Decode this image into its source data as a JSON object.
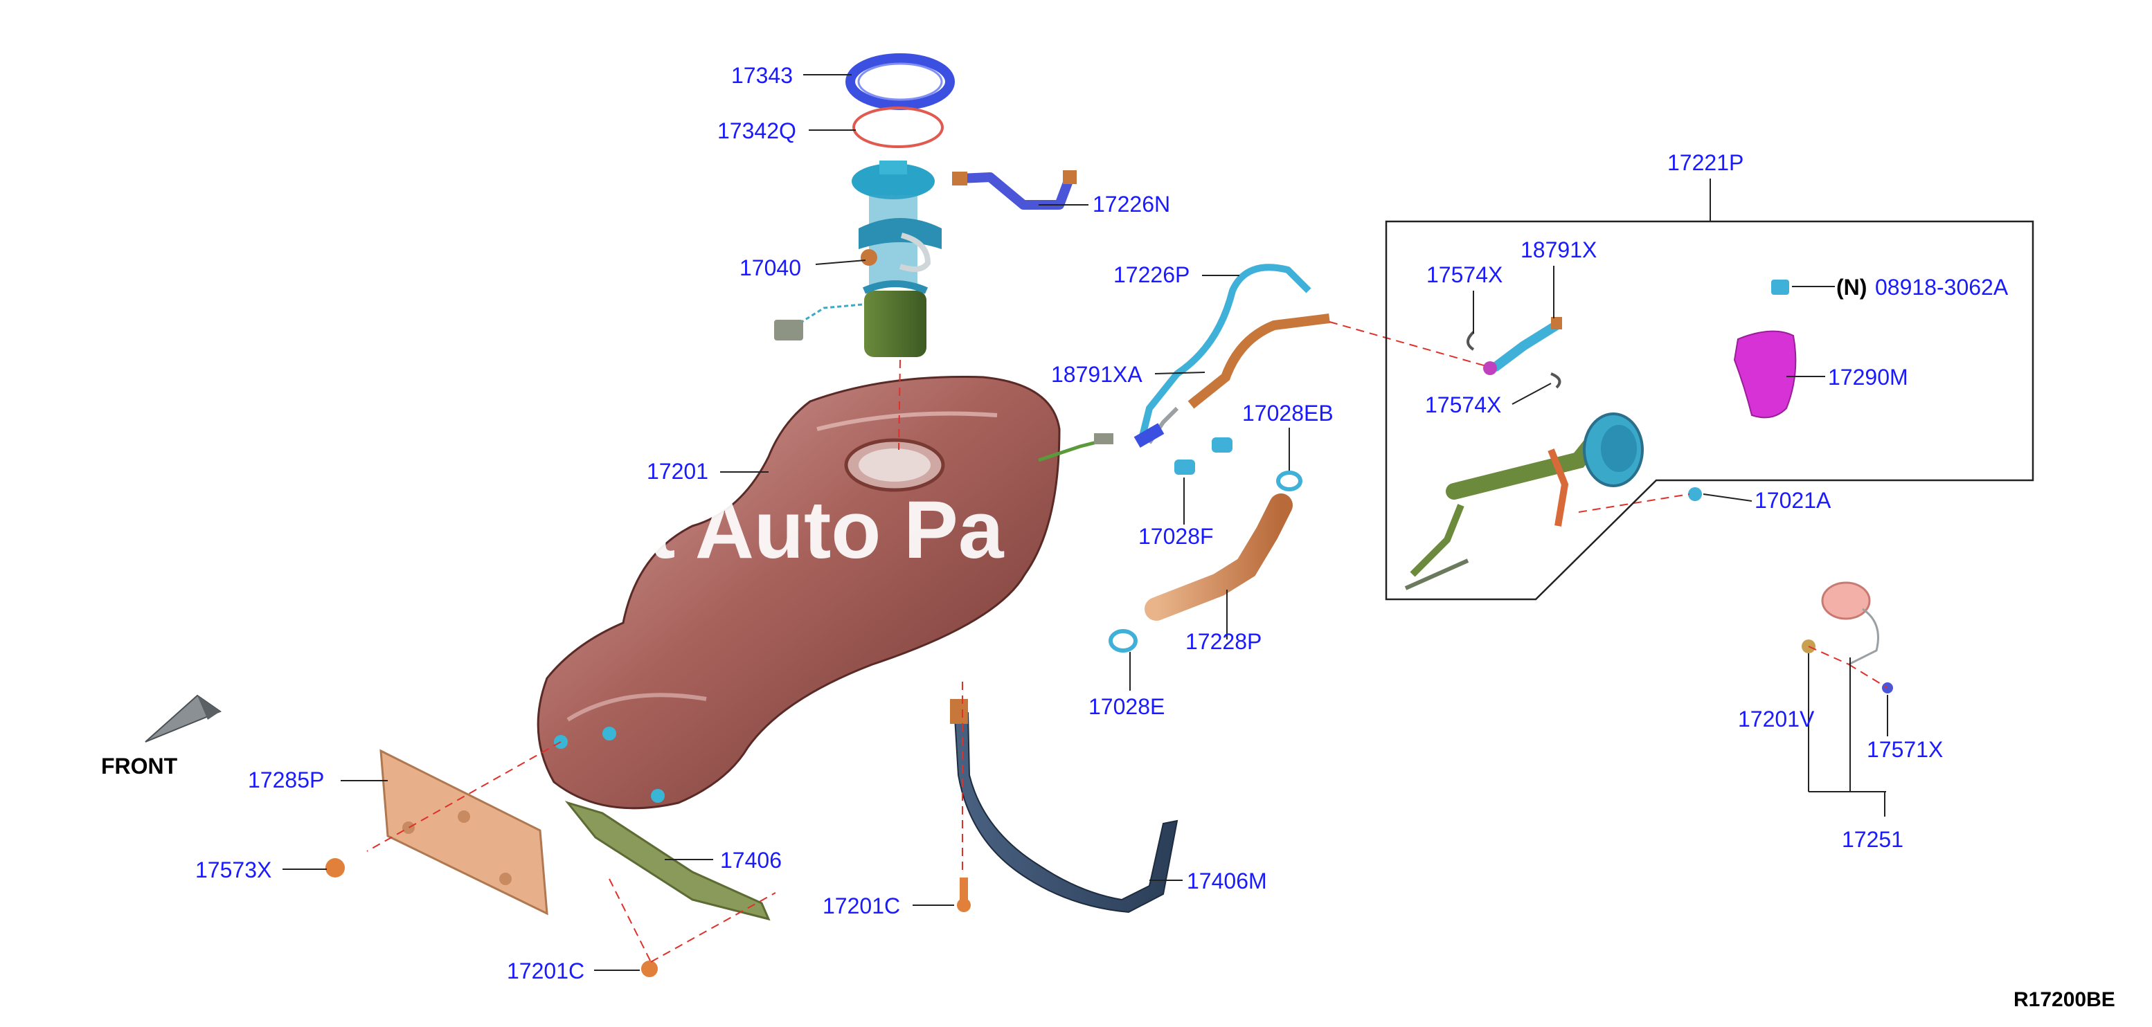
{
  "diagram": {
    "code": "R17200BE",
    "direction_label": "FRONT",
    "watermark": "t Auto Pa",
    "parts": {
      "p17343": "17343",
      "p17342q": "17342Q",
      "p17226n": "17226N",
      "p17040": "17040",
      "p17226p": "17226P",
      "p18791xa": "18791XA",
      "p17201": "17201",
      "p17028eb": "17028EB",
      "p17028f": "17028F",
      "p17228p": "17228P",
      "p17028e": "17028E",
      "p17221p": "17221P",
      "p18791x": "18791X",
      "p17574x_a": "17574X",
      "p17574x_b": "17574X",
      "p08918_prefix": "(N)",
      "p08918": "08918-3062A",
      "p17290m": "17290M",
      "p17021a": "17021A",
      "p17201v": "17201V",
      "p17571x": "17571X",
      "p17251": "17251",
      "p17285p": "17285P",
      "p17573x": "17573X",
      "p17406": "17406",
      "p17201c_a": "17201C",
      "p17201c_b": "17201C",
      "p17406m": "17406M"
    }
  }
}
